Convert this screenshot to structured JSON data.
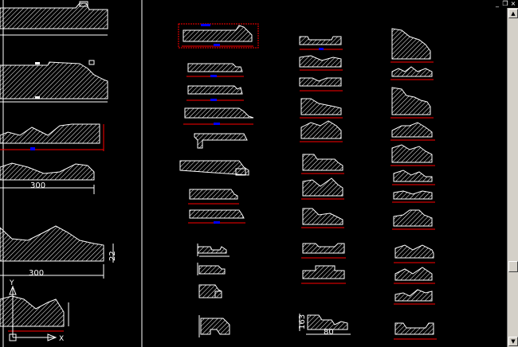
{
  "window": {
    "controls": [
      "_",
      "❐",
      "×"
    ]
  },
  "drawing": {
    "dimensions": {
      "left_300_upper": "300",
      "left_300_lower": "300",
      "left_22": "22",
      "bottom_80": "80",
      "bottom_163": "163"
    },
    "ucs": {
      "y_label": "Y",
      "x_label": "X"
    }
  },
  "colors": {
    "background": "#000000",
    "line": "#ffffff",
    "dimension": "#ff0000",
    "text_marker": "#0000ff"
  }
}
